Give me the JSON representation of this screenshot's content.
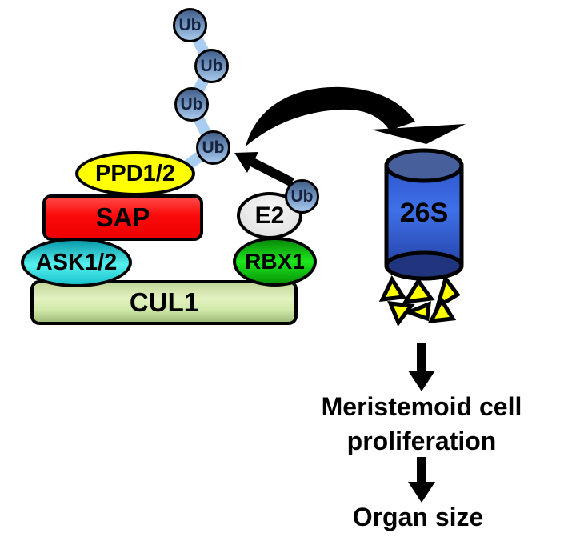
{
  "ub": {
    "label": "Ub"
  },
  "complex": {
    "ppd_label": "PPD1/2",
    "sap_label": "SAP",
    "ask_label": "ASK1/2",
    "cul1_label": "CUL1",
    "rbx1_label": "RBX1",
    "e2_label": "E2"
  },
  "proteasome": {
    "label": "26S"
  },
  "outcome": {
    "line1": "Meristemoid cell",
    "line2": "proliferation",
    "line3": "Organ size"
  },
  "colors": {
    "ub_fill_top": "#42608c",
    "ub_fill_bottom": "#a9c8ea",
    "ub_text": "#15213d",
    "chain_link": "#a9cdf1",
    "ppd_fill": "#ffff00",
    "sap_fill": "#fb0a0a",
    "ask_fill": "#55f0ee",
    "cul1_fill": "#e2f2c0",
    "rbx1_fill": "#1ce81c",
    "e2_fill": "#e8e8e8",
    "proteasome_cap": "#47609c",
    "proteasome_body": "#3a67dd",
    "proteasome_bottom": "#20357e",
    "fragment_fill": "#ffff00",
    "arrow": "#000000"
  }
}
